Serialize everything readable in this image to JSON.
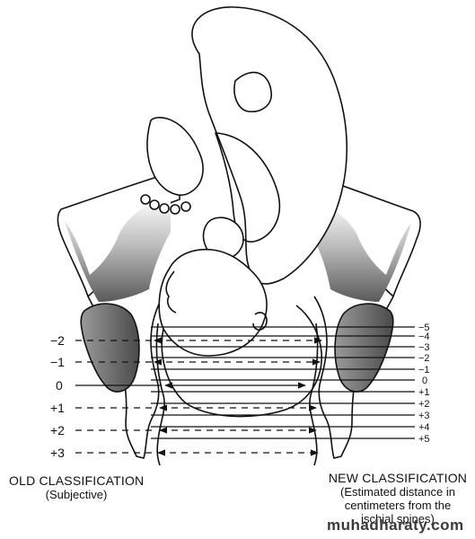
{
  "old_classification": {
    "title": "OLD CLASSIFICATION",
    "subtitle": "(Subjective)",
    "stations": [
      "−2",
      "−1",
      "0",
      "+1",
      "+2",
      "+3"
    ]
  },
  "new_classification": {
    "title": "NEW CLASSIFICATION",
    "subtitle_lines": [
      "(Estimated distance in",
      "centimeters from the",
      "ischial spines)"
    ],
    "stations": [
      "−5",
      "−4",
      "−3",
      "−2",
      "−1",
      "0",
      "+1",
      "+2",
      "+3",
      "+4",
      "+5"
    ]
  },
  "watermark": "muhadharaty.com"
}
